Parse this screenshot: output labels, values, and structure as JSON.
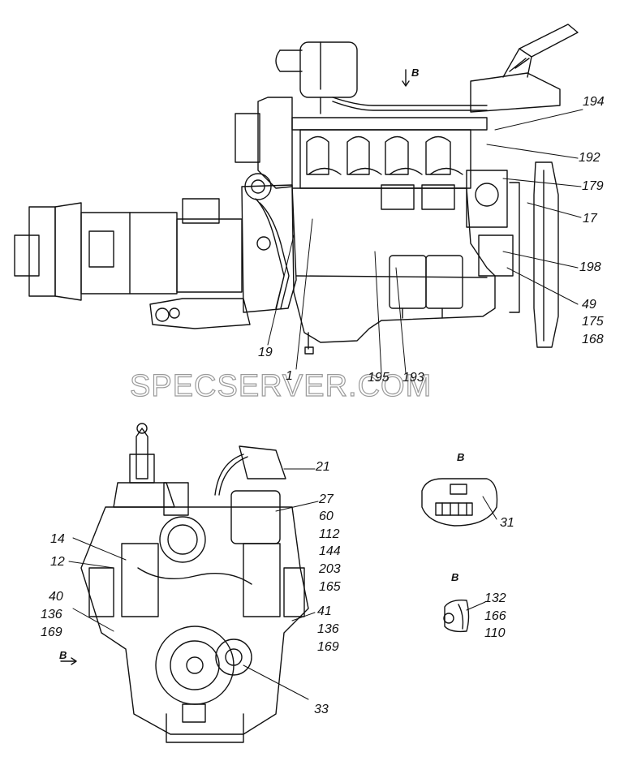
{
  "watermark": "SPECSERVER.COM",
  "view_labels": {
    "top_arrow": "В",
    "bottom_arrow": "В",
    "detail_1": "В",
    "detail_2": "В"
  },
  "side_view_callouts": [
    "194",
    "192",
    "179",
    "17",
    "198",
    "49",
    "175",
    "168",
    "19",
    "1",
    "195",
    "193"
  ],
  "front_view_callouts": [
    "21",
    "27",
    "60",
    "112",
    "144",
    "203",
    "165",
    "41",
    "136",
    "169",
    "33",
    "14",
    "12",
    "40",
    "136",
    "169"
  ],
  "detail_callouts": [
    "31",
    "132",
    "166",
    "110"
  ],
  "colors": {
    "ink": "#111111",
    "watermark_outline": "#9a9a9a"
  }
}
